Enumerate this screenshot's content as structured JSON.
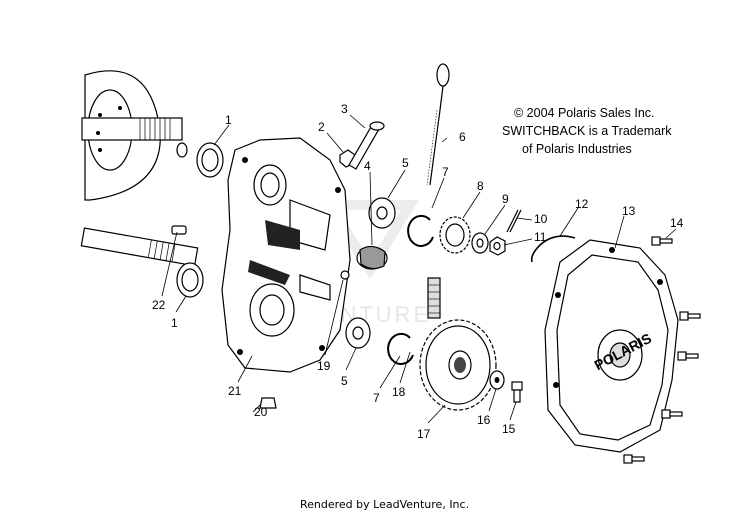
{
  "notes": {
    "copyright": "© 2004 Polaris Sales Inc.",
    "trademark_line1": "SWITCHBACK is a Trademark",
    "trademark_line2": "of Polaris Industries"
  },
  "footer": "Rendered by LeadVenture, Inc.",
  "watermark": "VENTURE",
  "cover_logo": "POLARIS",
  "callouts": [
    {
      "id": "c1a",
      "label": "1"
    },
    {
      "id": "c1b",
      "label": "1"
    },
    {
      "id": "c2",
      "label": "2"
    },
    {
      "id": "c3",
      "label": "3"
    },
    {
      "id": "c4",
      "label": "4"
    },
    {
      "id": "c5a",
      "label": "5"
    },
    {
      "id": "c5b",
      "label": "5"
    },
    {
      "id": "c6",
      "label": "6"
    },
    {
      "id": "c7a",
      "label": "7"
    },
    {
      "id": "c7b",
      "label": "7"
    },
    {
      "id": "c8",
      "label": "8"
    },
    {
      "id": "c9",
      "label": "9"
    },
    {
      "id": "c10",
      "label": "10"
    },
    {
      "id": "c11",
      "label": "11"
    },
    {
      "id": "c12",
      "label": "12"
    },
    {
      "id": "c13",
      "label": "13"
    },
    {
      "id": "c14",
      "label": "14"
    },
    {
      "id": "c15",
      "label": "15"
    },
    {
      "id": "c16",
      "label": "16"
    },
    {
      "id": "c17",
      "label": "17"
    },
    {
      "id": "c18",
      "label": "18"
    },
    {
      "id": "c19",
      "label": "19"
    },
    {
      "id": "c20",
      "label": "20"
    },
    {
      "id": "c21",
      "label": "21"
    },
    {
      "id": "c22",
      "label": "22"
    }
  ]
}
